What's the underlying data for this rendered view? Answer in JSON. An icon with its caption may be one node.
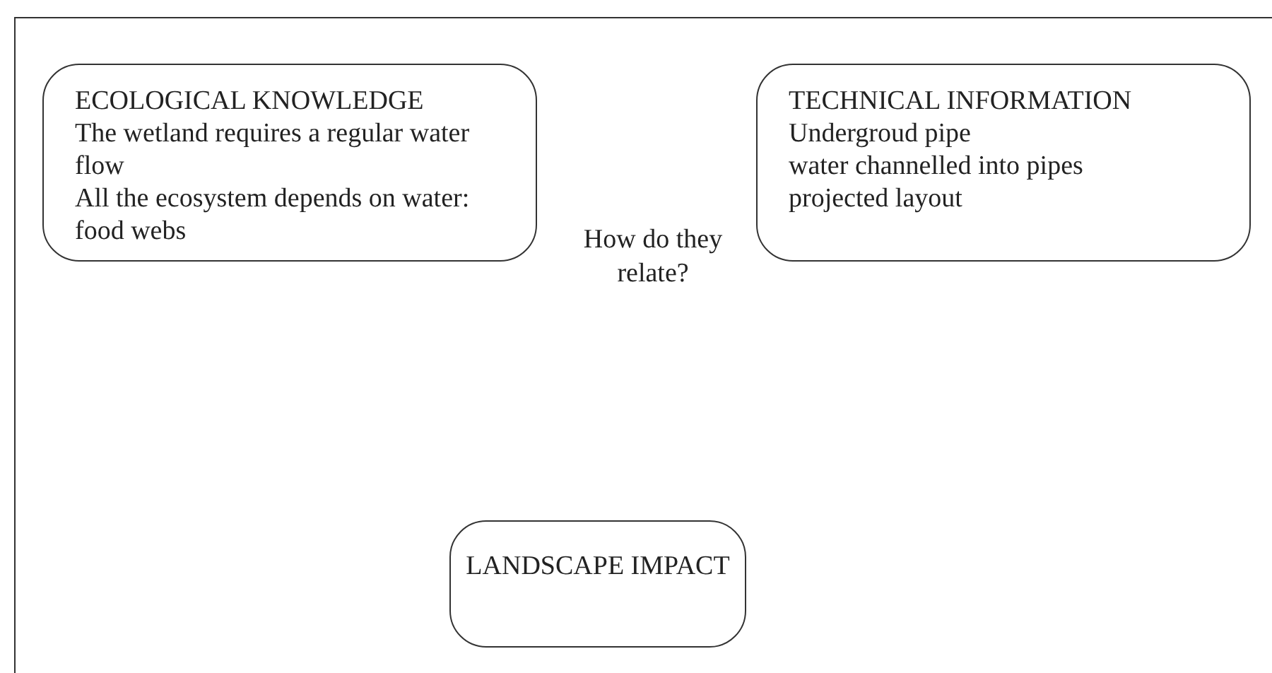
{
  "diagram": {
    "nodes": [
      {
        "text": [
          "ECOLOGICAL KNOWLEDGE",
          "The wetland requires a regular water flow",
          "All the ecosystem depends on water: food webs"
        ]
      },
      {
        "text": [
          "TECHNICAL INFORMATION",
          "Undergroud pipe",
          "water channelled into pipes",
          "projected layout"
        ]
      },
      {
        "text": [
          "LANDSCAPE IMPACT"
        ]
      }
    ],
    "labels": [
      "How do they relate?"
    ]
  }
}
